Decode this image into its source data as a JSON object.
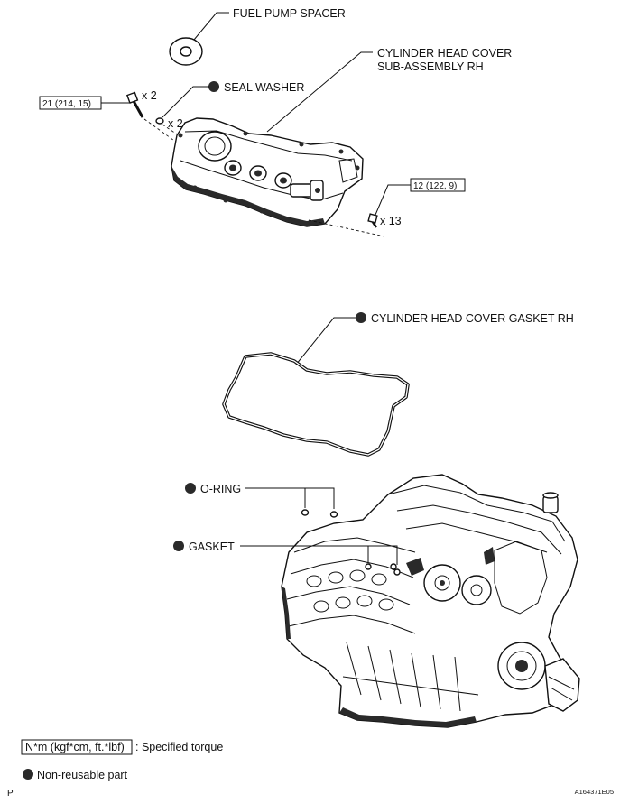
{
  "labels": {
    "fuel_pump_spacer": "FUEL PUMP SPACER",
    "cover_line1": "CYLINDER HEAD COVER",
    "cover_line2": "SUB-ASSEMBLY RH",
    "seal_washer": "SEAL WASHER",
    "gasket_rh": "CYLINDER HEAD COVER GASKET RH",
    "o_ring": "O-RING",
    "gasket": "GASKET"
  },
  "torques": {
    "stud": "21 (214, 15)",
    "bolt": "12 (122, 9)"
  },
  "quantities": {
    "stud": "x 2",
    "washer": "x 2",
    "bolt": "x 13"
  },
  "legend": {
    "torque_box": "N*m (kgf*cm, ft.*lbf)",
    "torque_desc": ": Specified torque",
    "nonreusable": "Non-reusable part"
  },
  "footer": {
    "left_code": "P",
    "figure_id": "A164371E05"
  },
  "icons": {
    "nonreusable": "filled-circle-icon"
  }
}
